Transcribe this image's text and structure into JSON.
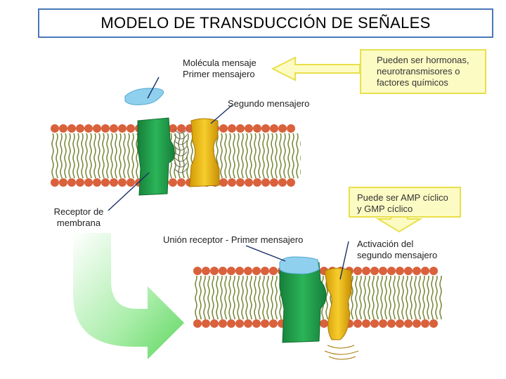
{
  "title": "MODELO DE TRANSDUCCIÓN DE SEÑALES",
  "labels": {
    "molecule_line1": "Molécula mensaje",
    "molecule_line2": "Primer mensajero",
    "second_messenger": "Segundo mensajero",
    "receptor_line1": "Receptor de",
    "receptor_line2": "membrana",
    "binding": "Unión receptor - Primer mensajero",
    "activation_line1": "Activación del",
    "activation_line2": "segundo mensajero"
  },
  "notes": {
    "hormones_line1": "Pueden ser hormonas,",
    "hormones_line2": "neurotransmisores o",
    "hormones_line3": "factores químicos",
    "amp_line1": "Puede ser AMP cíclico",
    "amp_line2": "y GMP cíclico"
  },
  "colors": {
    "title_border": "#4a78b8",
    "note_fill": "#fdfbc4",
    "note_border": "#e8e04a",
    "receptor_green": "#1f9a4a",
    "messenger_yellow": "#e9b414",
    "ligand_blue": "#8fd0ee",
    "lipid_head": "#d9613c",
    "lipid_tail": "#7a8a3a",
    "curved_arrow": "#7fe07f"
  }
}
